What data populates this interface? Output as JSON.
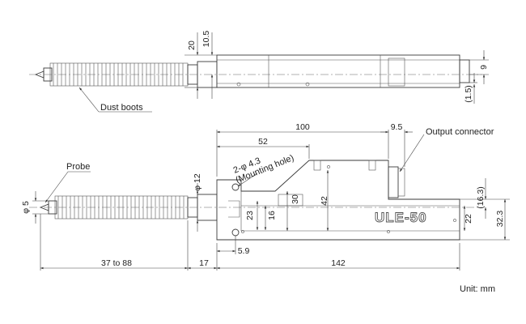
{
  "labels": {
    "dust_boots": "Dust boots",
    "probe": "Probe",
    "output_connector": "Output connector",
    "unit": "Unit: mm",
    "model_logo": "ULE-50",
    "mounting_hole_spec": "2-φ 4.3",
    "mounting_hole_label": "(Mounting hole)"
  },
  "dimensions": {
    "top_view": {
      "height_20": "20",
      "height_10_5": "10.5",
      "right_9": "9",
      "right_1_5": "(1.5)"
    },
    "side_view": {
      "len_100": "100",
      "len_52": "52",
      "len_9_5": "9.5",
      "dia_12": "φ 12",
      "dia_5": "φ 5",
      "h_30": "30",
      "h_42": "42",
      "h_23": "23",
      "h_16": "16",
      "h_22": "22",
      "h_16_3": "(16.3)",
      "h_32_3": "32.3",
      "len_5_9": "5.9",
      "len_37_88": "37 to 88",
      "len_17": "17",
      "len_142": "142"
    }
  }
}
